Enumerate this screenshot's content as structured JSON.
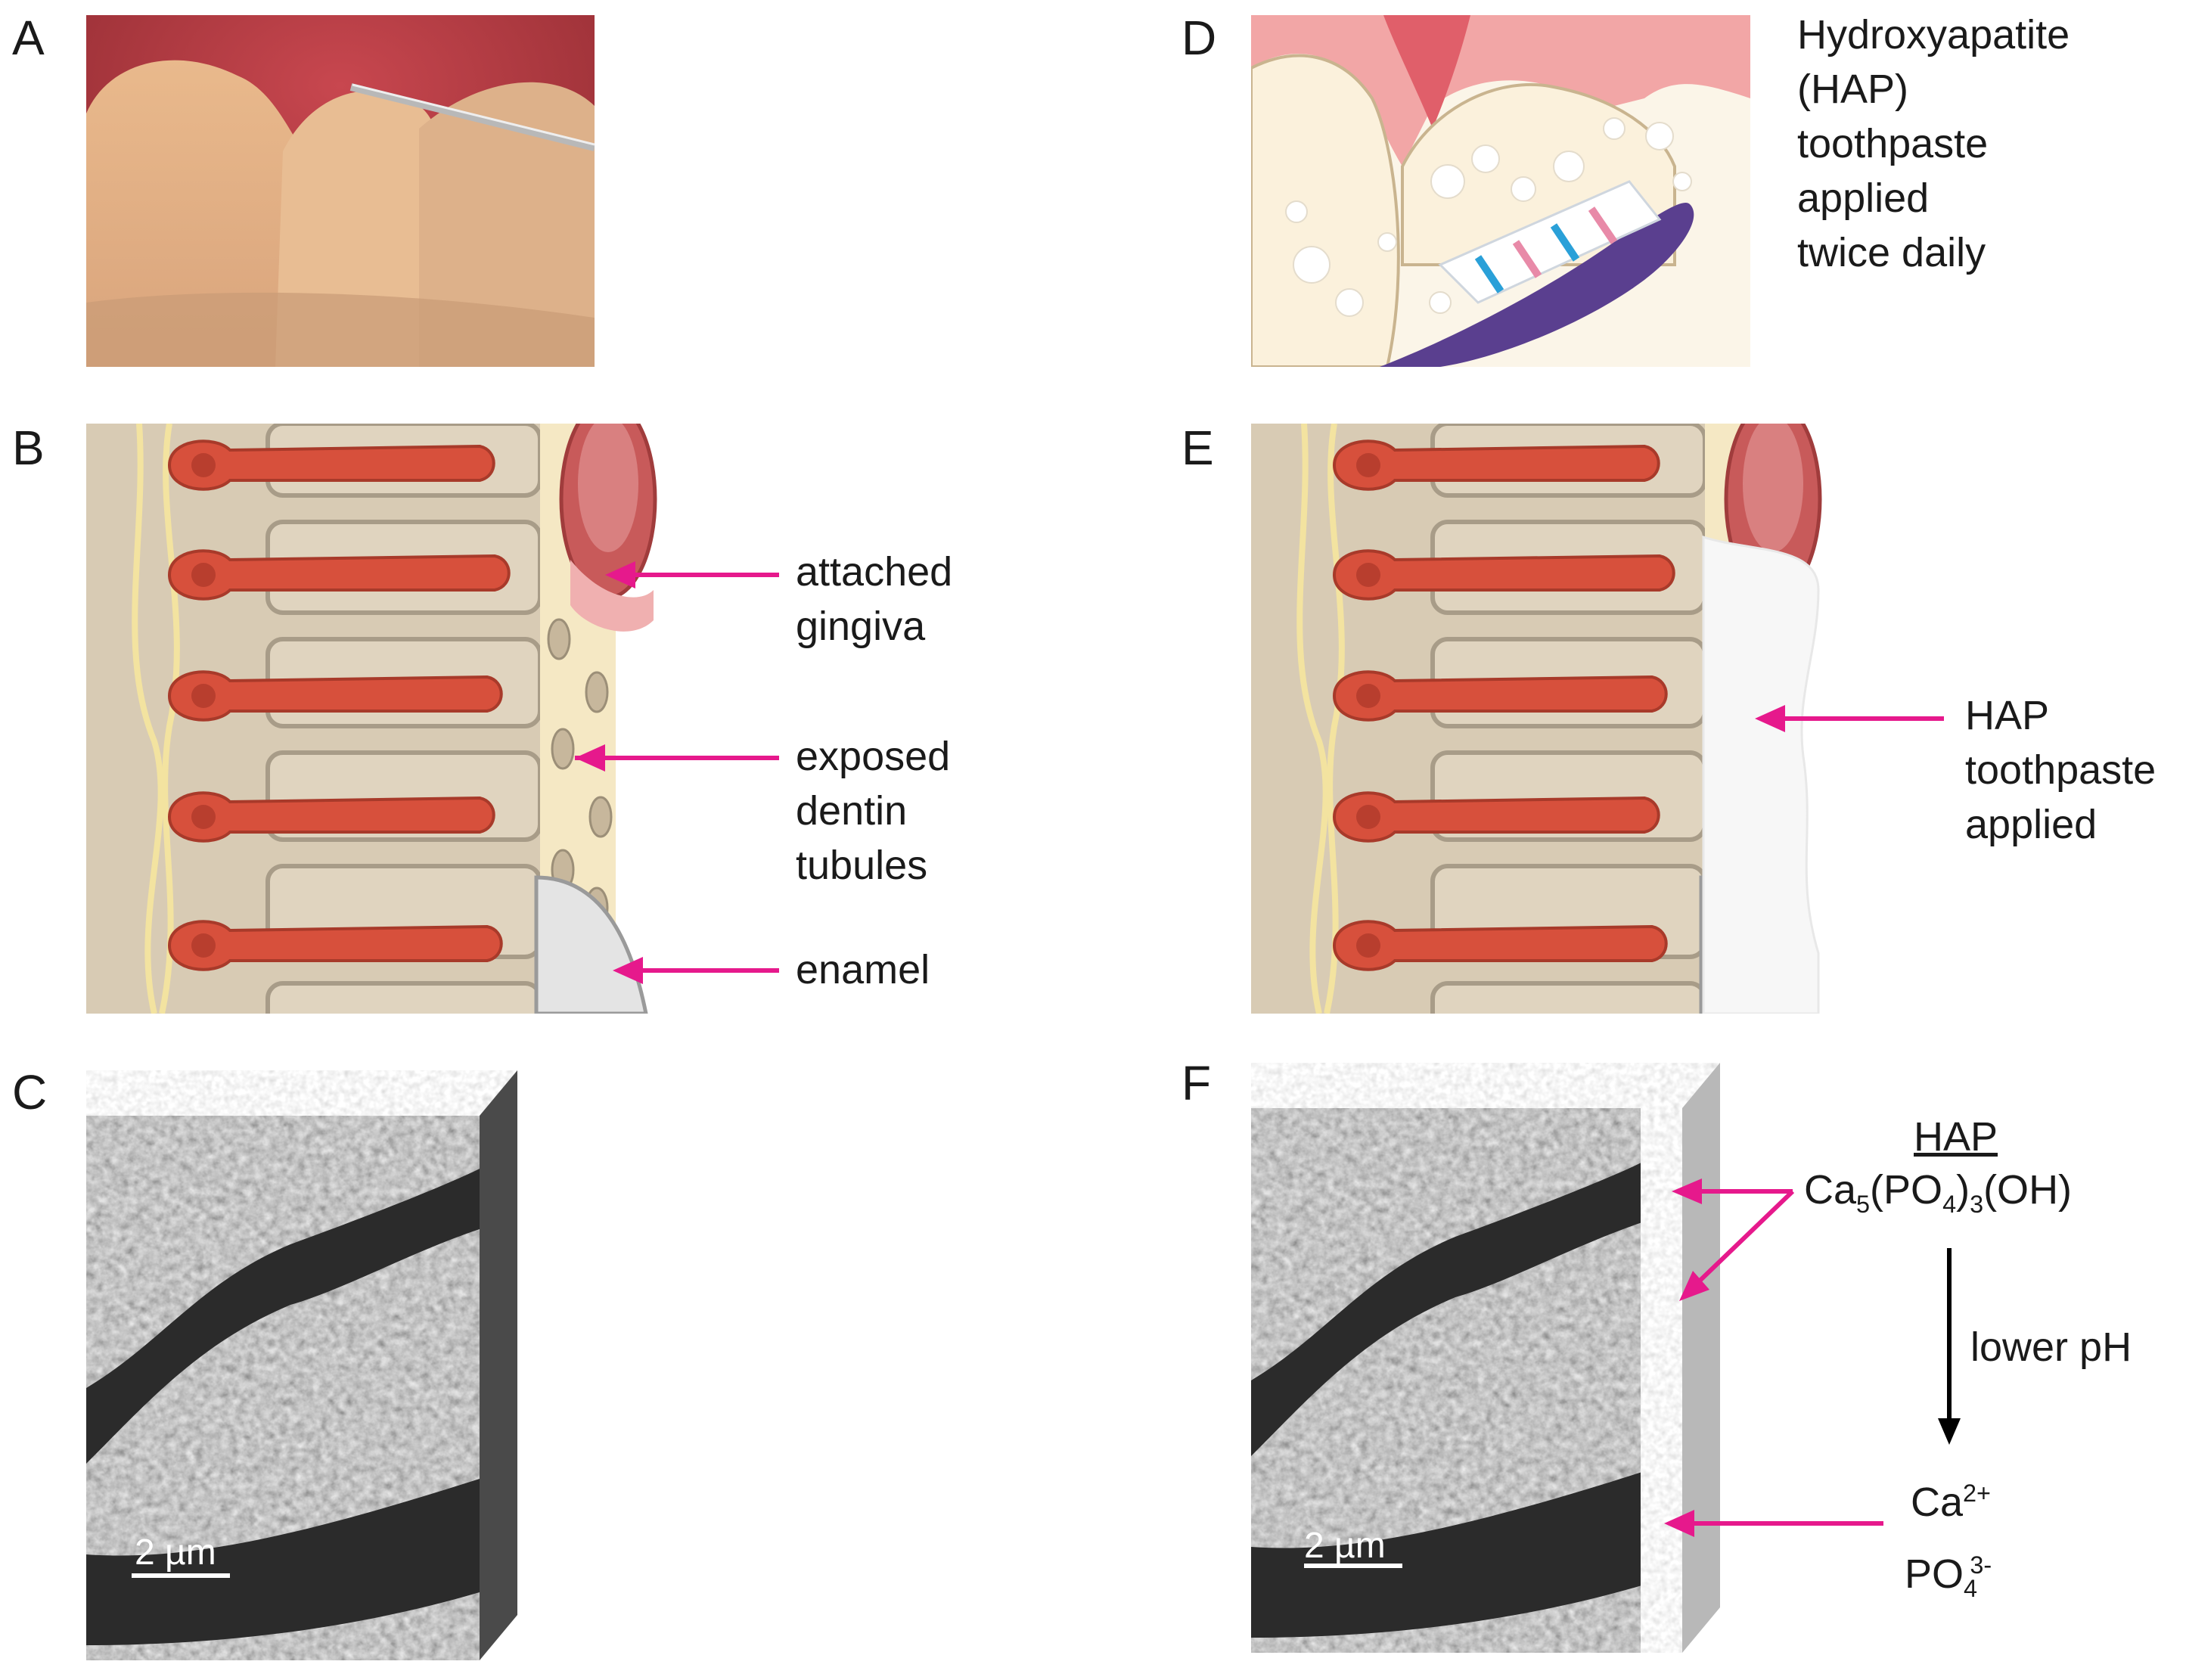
{
  "panels": {
    "a": {
      "letter": "A"
    },
    "b": {
      "letter": "B",
      "labels": [
        "attached\ngingiva",
        "exposed\ndentin\ntubules",
        "enamel"
      ]
    },
    "c": {
      "letter": "C",
      "scale_bar": "2 µm"
    },
    "d": {
      "letter": "D",
      "caption": "Hydroxyapatite\n(HAP)\ntoothpaste\napplied\ntwice daily"
    },
    "e": {
      "letter": "E",
      "label": "HAP\ntoothpaste\napplied"
    },
    "f": {
      "letter": "F",
      "scale_bar": "2 µm",
      "hap_title": "HAP",
      "formula": {
        "ca": "Ca",
        "ca_sub": "5",
        "po": "(PO",
        "po_sub": "4",
        "po_close": ")",
        "po_close_sub": "3",
        "oh": "(OH)"
      },
      "step_label": "lower pH",
      "ions": {
        "ca": "Ca",
        "ca_sup": "2+",
        "po": "PO",
        "po_sub": "4",
        "po_sup": "3-"
      }
    }
  },
  "colors": {
    "arrow": "#e6198c",
    "tubule": "#d7503c",
    "dentin_bg": "#d8cbb4",
    "hap": "#ffffff"
  }
}
